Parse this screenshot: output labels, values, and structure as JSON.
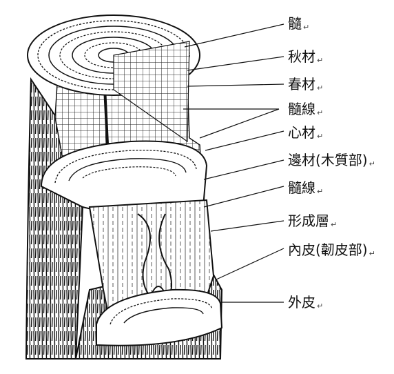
{
  "labels": [
    {
      "text": "髓",
      "mark": "↵"
    },
    {
      "text": "秋材",
      "mark": "↵"
    },
    {
      "text": "春材",
      "mark": "↵"
    },
    {
      "text": "髓線",
      "mark": "↵"
    },
    {
      "text": "心材",
      "mark": "↵"
    },
    {
      "text": "邊材(木質部)",
      "mark": "↵"
    },
    {
      "text": "髓線",
      "mark": "↵"
    },
    {
      "text": "形成層",
      "mark": "↵"
    },
    {
      "text": "內皮(韌皮部)",
      "mark": "↵"
    },
    {
      "text": "外皮",
      "mark": "↵"
    }
  ],
  "colors": {
    "ink": "#111111",
    "background": "#ffffff"
  }
}
